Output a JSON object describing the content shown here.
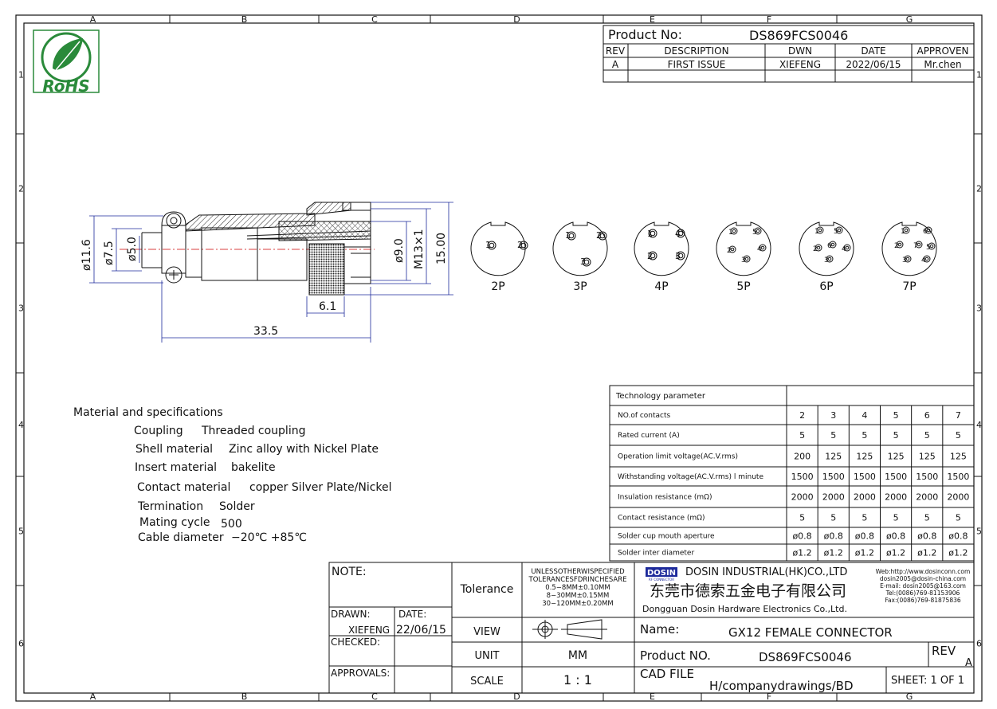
{
  "border": {
    "cols": [
      "A",
      "B",
      "C",
      "D",
      "E",
      "F",
      "G"
    ],
    "rows": [
      "1",
      "2",
      "3",
      "4",
      "5",
      "6"
    ]
  },
  "logo": {
    "text": "RoHS"
  },
  "title_block_top": {
    "product_no_label": "Product No:",
    "product_no_value": "DS869FCS0046",
    "headers": [
      "REV",
      "DESCRIPTION",
      "DWN",
      "DATE",
      "APPROVEN"
    ],
    "row": [
      "A",
      "FIRST ISSUE",
      "XIEFENG",
      "2022/06/15",
      "Mr.chen"
    ]
  },
  "dimensions": {
    "d116": "ø11.6",
    "d75": "ø7.5",
    "d50": "ø5.0",
    "d90": "ø9.0",
    "m13": "M13×1",
    "h1500": "15.00",
    "w61": "6.1",
    "w335": "33.5"
  },
  "pinouts": [
    {
      "label": "2P",
      "pins": [
        "1",
        "2"
      ]
    },
    {
      "label": "3P",
      "pins": [
        "1",
        "2",
        "3"
      ]
    },
    {
      "label": "4P",
      "pins": [
        "1",
        "4",
        "2",
        "3"
      ]
    },
    {
      "label": "5P",
      "pins": [
        "1",
        "5",
        "2",
        "4",
        "3"
      ]
    },
    {
      "label": "6P",
      "pins": [
        "1",
        "5",
        "2",
        "6",
        "4",
        "3"
      ]
    },
    {
      "label": "7P",
      "pins": [
        "1",
        "6",
        "2",
        "7",
        "5",
        "3",
        "4"
      ]
    }
  ],
  "specs": {
    "heading": "Material and specifications",
    "items": [
      {
        "label": "Coupling",
        "value": "Threaded coupling"
      },
      {
        "label": "Shell material",
        "value": "Zinc alloy with Nickel Plate"
      },
      {
        "label": "Insert material",
        "value": "bakelite"
      },
      {
        "label": "Contact material",
        "value": "copper Silver Plate/Nickel"
      },
      {
        "label": "Termination",
        "value": "Solder"
      },
      {
        "label": "Mating cycle",
        "value": "500"
      },
      {
        "label": "Cable diameter",
        "value": "−20℃ +85℃"
      }
    ]
  },
  "tech_table": {
    "title": "Technology parameter",
    "rows": [
      {
        "label": "NO.of contacts",
        "values": [
          "2",
          "3",
          "4",
          "5",
          "6",
          "7"
        ]
      },
      {
        "label": "Rated current (A)",
        "values": [
          "5",
          "5",
          "5",
          "5",
          "5",
          "5"
        ]
      },
      {
        "label": "Operation limit voltage(AC.V.rms)",
        "values": [
          "200",
          "125",
          "125",
          "125",
          "125",
          "125"
        ]
      },
      {
        "label": "Withstanding voltage(AC.V.rms) l minute",
        "values": [
          "1500",
          "1500",
          "1500",
          "1500",
          "1500",
          "1500"
        ]
      },
      {
        "label": "Insulation resistance (mΩ)",
        "values": [
          "2000",
          "2000",
          "2000",
          "2000",
          "2000",
          "2000"
        ]
      },
      {
        "label": "Contact resistance (mΩ)",
        "values": [
          "5",
          "5",
          "5",
          "5",
          "5",
          "5"
        ]
      },
      {
        "label": "Solder cup mouth aperture",
        "values": [
          "ø0.8",
          "ø0.8",
          "ø0.8",
          "ø0.8",
          "ø0.8",
          "ø0.8"
        ]
      },
      {
        "label": "Solder inter diameter",
        "values": [
          "ø1.2",
          "ø1.2",
          "ø1.2",
          "ø1.2",
          "ø1.2",
          "ø1.2"
        ]
      }
    ]
  },
  "title_block": {
    "note_label": "NOTE:",
    "drawn_label": "DRAWN:",
    "date_label": "DATE:",
    "drawn_value": "XIEFENG",
    "date_value": "22/06/15",
    "checked_label": "CHECKED:",
    "approvals_label": "APPROVALS:",
    "tolerance_label": "Tolerance",
    "tolerance_lines": [
      "UNLESSOTHERWISPECIFIED",
      "TOLERANCESFDRINCHESARE",
      "0.5−8MM±0.10MM",
      "8−30MM±0.15MM",
      "30−120MM±0.20MM"
    ],
    "view_label": "VIEW",
    "unit_label": "UNIT",
    "unit_value": "MM",
    "scale_label": "SCALE",
    "scale_value": "1 : 1",
    "company_brand": "DOSIN",
    "company_brand_sub": "RF CONNECTOR",
    "company_en": "DOSIN INDUSTRIAL(HK)CO.,LTD",
    "company_cn": "东莞市德索五金电子有限公司",
    "company_en2": "Dongguan Dosin Hardware Electronics Co.,Ltd.",
    "contact_lines": [
      "Web:http://www.dosinconn.com",
      "dosin2005@dosin-china.com",
      "E-mail: dosin2005@163.com",
      "Tel:(0086)769-81153906",
      "Fax:(0086)769-81875836"
    ],
    "name_label": "Name:",
    "name_value": "GX12 FEMALE CONNECTOR",
    "product_label": "Product NO.",
    "product_value": "DS869FCS0046",
    "rev_label": "REV",
    "rev_value": "A",
    "cad_label": "CAD FILE",
    "cad_value": "H/companydrawings/BD",
    "sheet_label": "SHEET: 1 OF 1"
  }
}
